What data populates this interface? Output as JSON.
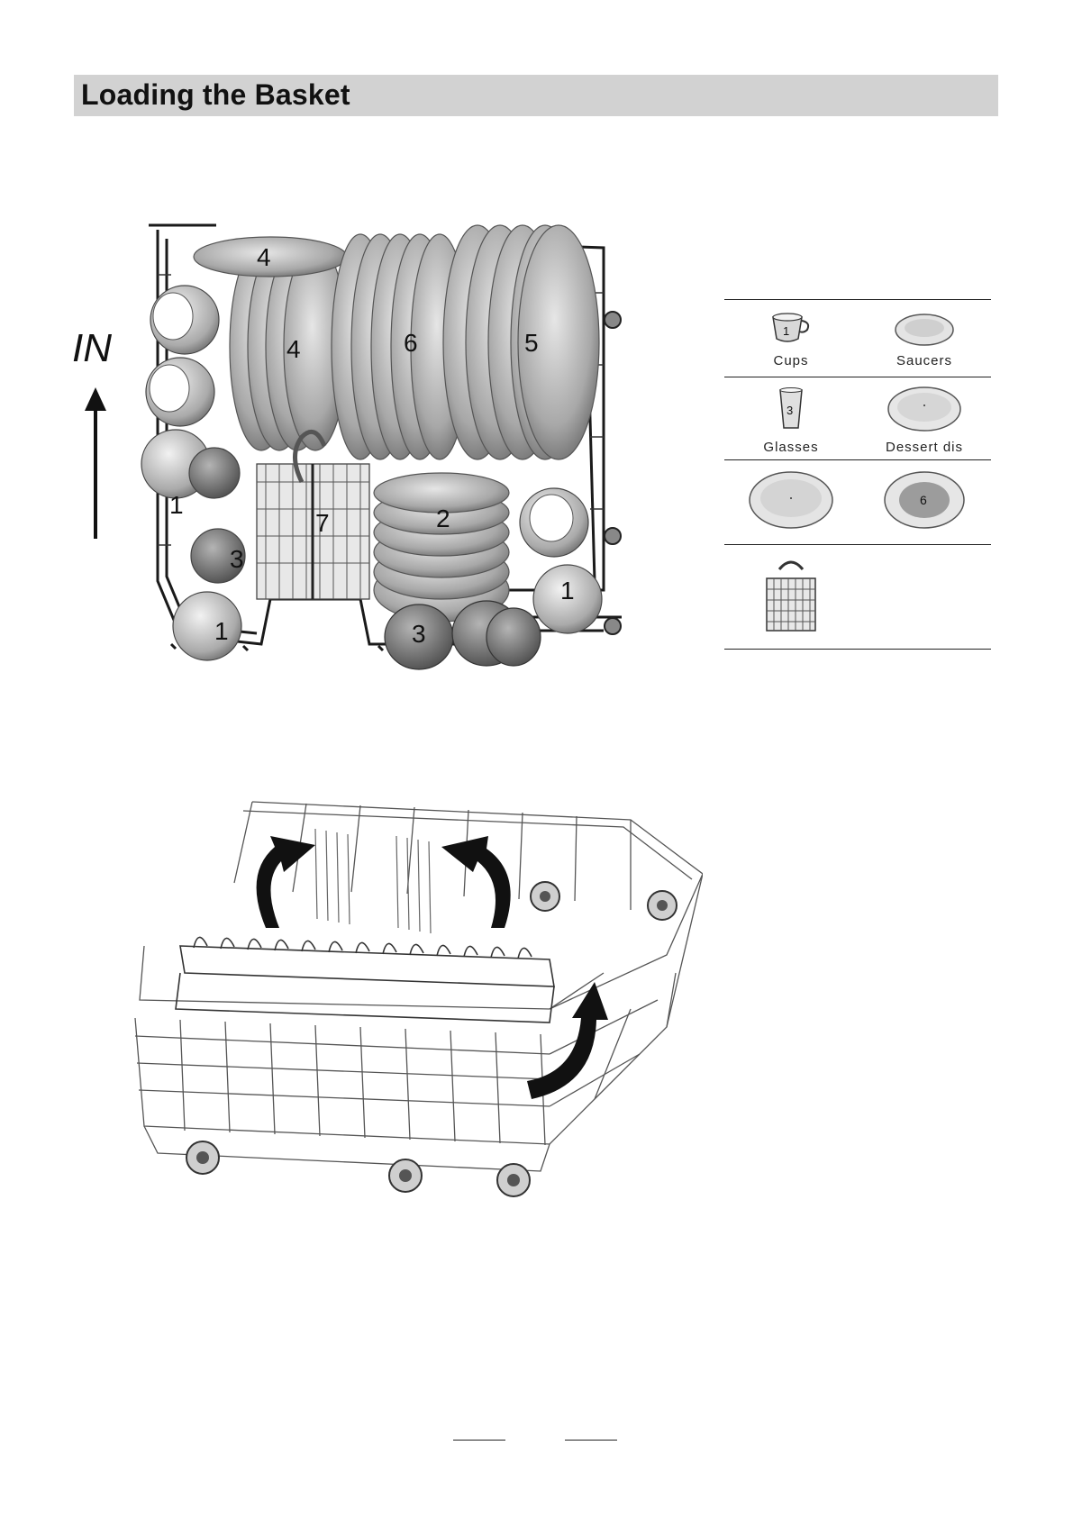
{
  "page": {
    "title": "Loading the Basket",
    "direction_label": "IN"
  },
  "top_basket": {
    "item_numbers": [
      "4",
      "4",
      "6",
      "5",
      "1",
      "3",
      "7",
      "2",
      "1",
      "3",
      "1"
    ]
  },
  "legend": {
    "items": [
      {
        "number": "1",
        "label": "Cups",
        "icon": "cup-icon"
      },
      {
        "number": "",
        "label": "Saucers",
        "icon": "saucer-icon"
      },
      {
        "number": "3",
        "label": "Glasses",
        "icon": "glass-icon"
      },
      {
        "number": "",
        "label": "Dessert dis",
        "icon": "dessert-dish-icon"
      },
      {
        "number": "",
        "label": "",
        "icon": "dinner-plate-icon"
      },
      {
        "number": "6",
        "label": "",
        "icon": "soup-plate-icon"
      },
      {
        "number": "",
        "label": "",
        "icon": "cutlery-basket-icon"
      }
    ]
  }
}
